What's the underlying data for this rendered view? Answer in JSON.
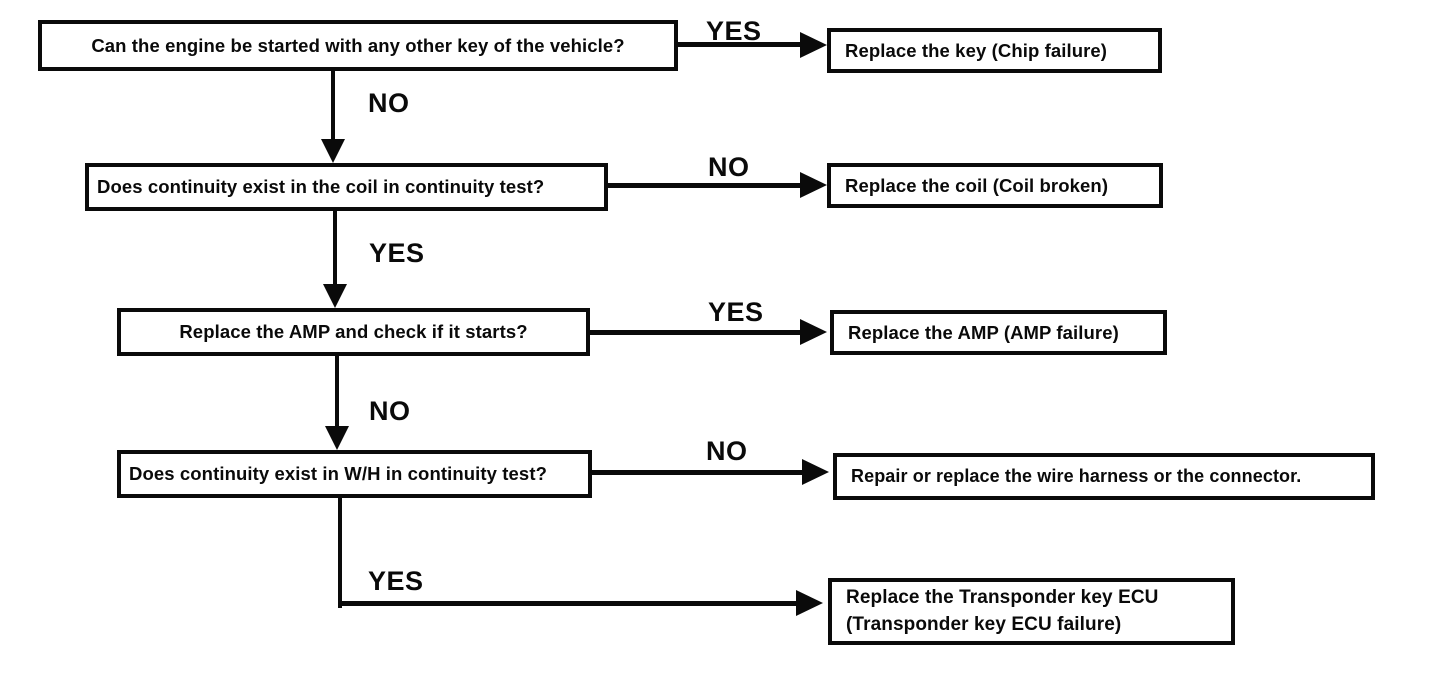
{
  "diagram": {
    "type": "flowchart",
    "subject": "engine-start transponder key troubleshooting",
    "colors": {
      "background": "#ffffff",
      "line": "#0a0a0a",
      "box_fill": "#ffffff"
    },
    "nodes": {
      "q1": {
        "text": "Can the engine be started with any other key of the vehicle?"
      },
      "r1": {
        "text": "Replace the key (Chip failure)"
      },
      "q2": {
        "text": "Does continuity exist in the coil in continuity test?"
      },
      "r2": {
        "text": "Replace the coil (Coil broken)"
      },
      "q3": {
        "text": "Replace the AMP and check if it starts?"
      },
      "r3": {
        "text": "Replace the AMP (AMP failure)"
      },
      "q4": {
        "text": "Does continuity exist in W/H in continuity test?"
      },
      "r4": {
        "text": "Repair or replace the wire harness or the connector."
      },
      "r5": {
        "line1": "Replace the Transponder key ECU",
        "line2": "(Transponder key ECU failure)"
      }
    },
    "edges": [
      {
        "from": "q1",
        "to": "r1",
        "label": "YES"
      },
      {
        "from": "q1",
        "to": "q2",
        "label": "NO"
      },
      {
        "from": "q2",
        "to": "r2",
        "label": "NO"
      },
      {
        "from": "q2",
        "to": "q3",
        "label": "YES"
      },
      {
        "from": "q3",
        "to": "r3",
        "label": "YES"
      },
      {
        "from": "q3",
        "to": "q4",
        "label": "NO"
      },
      {
        "from": "q4",
        "to": "r4",
        "label": "NO"
      },
      {
        "from": "q4",
        "to": "r5",
        "label": "YES"
      }
    ]
  }
}
